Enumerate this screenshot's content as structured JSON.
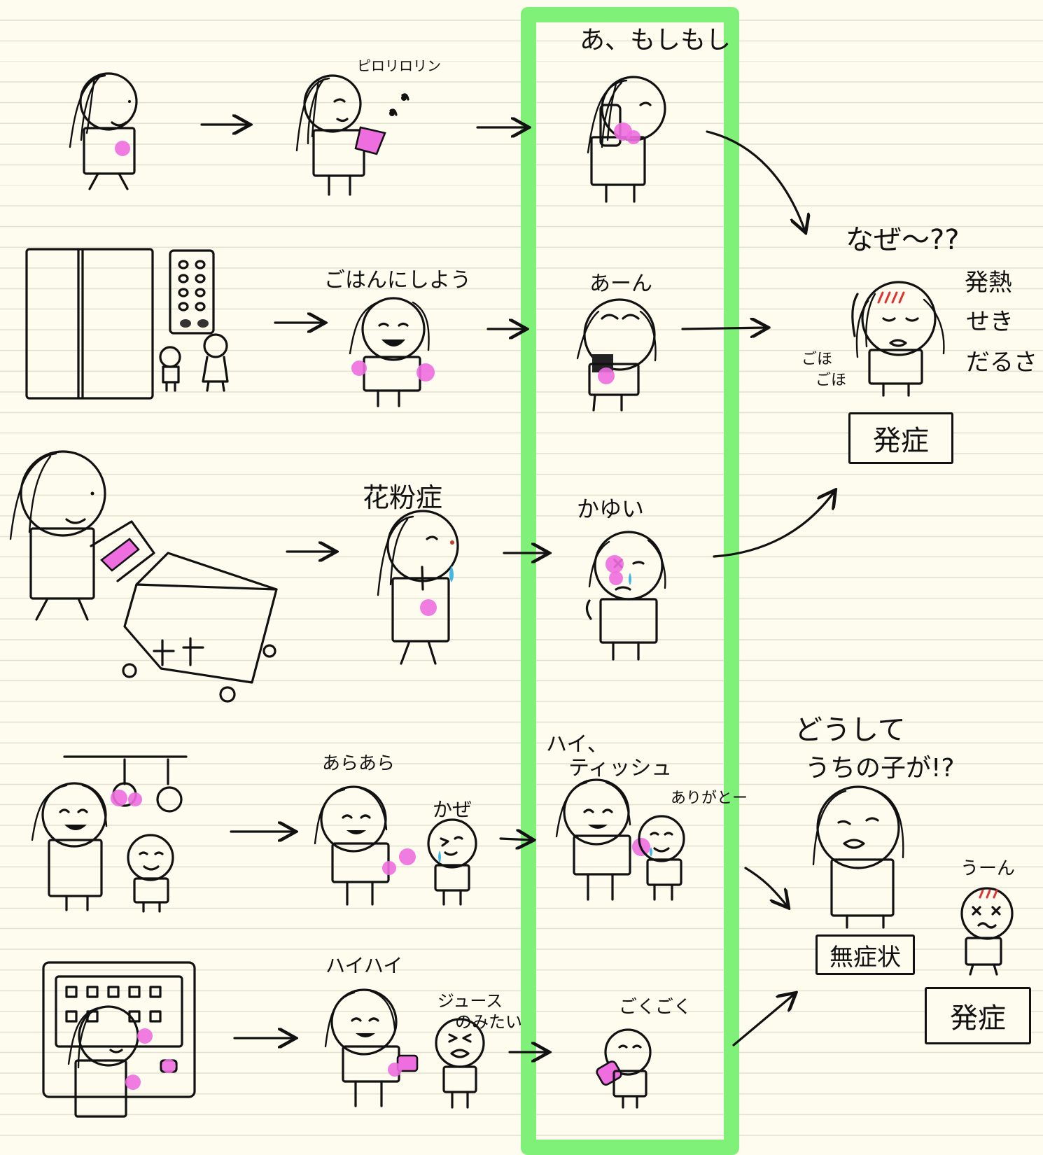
{
  "row1": {
    "ringtone": "ピロリロリン",
    "hello": "あ、もしもし"
  },
  "row2": {
    "lets_eat": "ごはんにしよう",
    "aaan": "あーん"
  },
  "row3": {
    "hay_fever": "花粉症",
    "itchy": "かゆい"
  },
  "row4": {
    "araara": "あらあら",
    "kaze": "かぜ",
    "tissue_line1": "ハイ、",
    "tissue_line2": "ティッシュ",
    "arigato": "ありがとー"
  },
  "row5": {
    "haihai": "ハイハイ",
    "juice_line1": "ジュース",
    "juice_line2": "のみたい",
    "gokugoku": "ごくごく"
  },
  "result_top": {
    "why": "なぜ〜??",
    "symptoms": [
      "発熱",
      "せき",
      "だるさ"
    ],
    "cough1": "ごほ",
    "cough2": "ごほ",
    "label": "発症"
  },
  "result_bottom": {
    "why_line1": "どうして",
    "why_line2": "うちの子が!?",
    "asymptomatic": "無症状",
    "uun": "うーん",
    "label": "発症"
  },
  "colors": {
    "highlight_frame": "#7ff078",
    "contact_mark": "#ee6ee0",
    "fever": "#e03030",
    "tear": "#3fb8e6"
  }
}
